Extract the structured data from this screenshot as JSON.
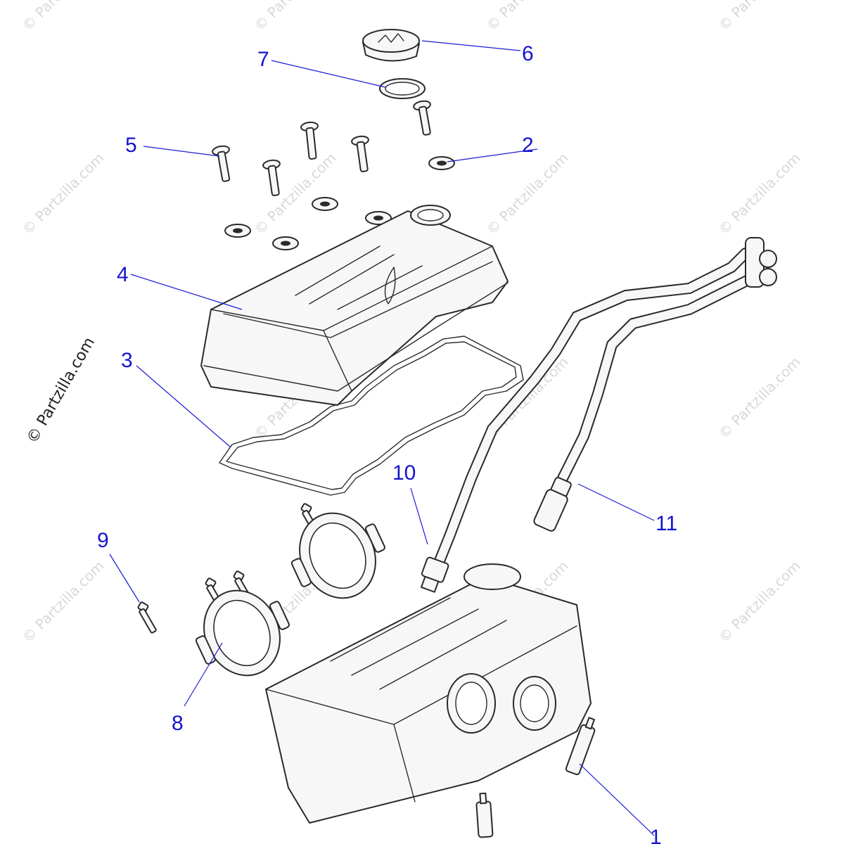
{
  "watermark": {
    "text": "© Partzilla.com"
  },
  "callouts": {
    "c1": "1",
    "c2": "2",
    "c3": "3",
    "c4": "4",
    "c5": "5",
    "c6": "6",
    "c7": "7",
    "c8": "8",
    "c9": "9",
    "c10": "10",
    "c11": "11"
  },
  "colors": {
    "callout": "#1414d0",
    "leader": "#1b1bd6",
    "line_art": "#2a2a2a",
    "watermark": "#d8d8d8"
  }
}
